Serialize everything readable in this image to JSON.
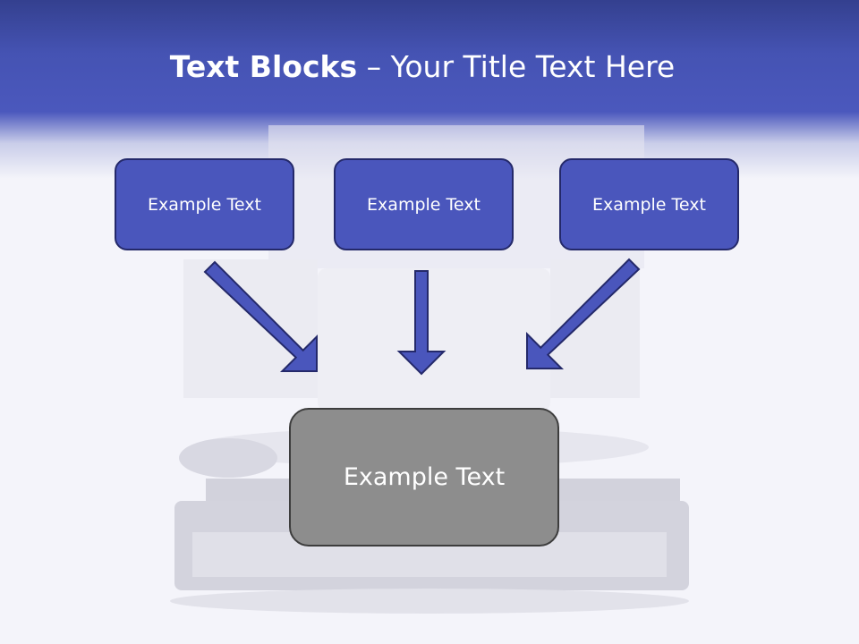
{
  "slide": {
    "title_bold": "Text Blocks",
    "title_separator": "–",
    "title_rest": "Your Title Text Here"
  },
  "blocks": [
    {
      "label": "Example Text"
    },
    {
      "label": "Example Text"
    },
    {
      "label": "Example Text"
    }
  ],
  "center_block": {
    "label": "Example Text"
  },
  "colors": {
    "header": "#4553b3",
    "box_fill": "#4a56bc",
    "box_border": "#24296a",
    "center_fill": "#8d8d8d",
    "center_border": "#3d3d3d",
    "arrow_fill": "#4a56bc"
  }
}
